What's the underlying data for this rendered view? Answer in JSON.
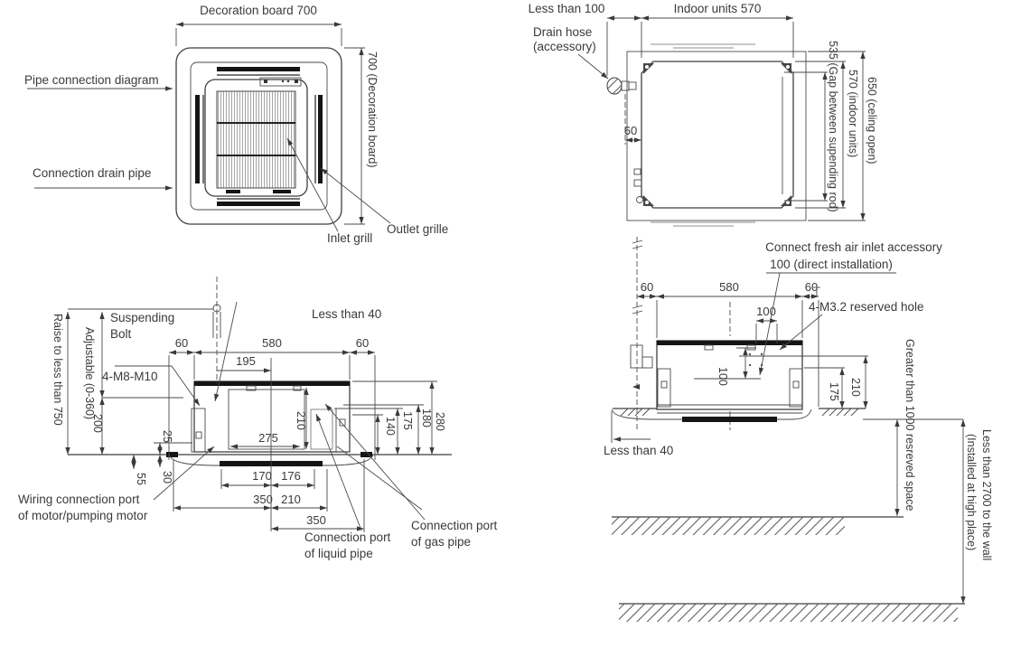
{
  "panel_plan": {
    "dim_top": "Decoration board 700",
    "dim_right": "700 (Decoration board)",
    "label_pipe": "Pipe connection diagram",
    "label_drain": "Connection drain pipe",
    "label_inlet": "Inlet grill",
    "label_outlet": "Outlet grille"
  },
  "unit_plan": {
    "dim_less100": "Less than 100",
    "dim_width": "Indoor units 570",
    "label_hose_1": "Drain hose",
    "label_hose_2": "(accessory)",
    "dim_60": "60",
    "dim_gap": "535 (Gap between supending rod)",
    "dim_units": "570 (indoor units)",
    "dim_open": "650 (celing open)"
  },
  "section_view": {
    "label_bolt_1": "Suspending",
    "label_bolt_2": "Bolt",
    "label_bolt_size": "4-M8-M10",
    "label_less40": "Less than 40",
    "dim_raise": "Raise to less than 750",
    "dim_adjust": "Adjustable (0-360)",
    "dim_200": "200",
    "dim_60l": "60",
    "dim_580": "580",
    "dim_60r": "60",
    "dim_195": "195",
    "dim_25": "25",
    "dim_30": "30",
    "dim_55": "55",
    "dim_210": "210",
    "dim_275": "275",
    "dim_170": "170",
    "dim_176": "176",
    "dim_350a": "350",
    "dim_210b": "210",
    "dim_350b": "350",
    "dim_140": "140",
    "dim_175": "175",
    "dim_180": "180",
    "dim_280": "280",
    "label_wiring_1": "Wiring connection port",
    "label_wiring_2": "of motor/pumping motor",
    "label_liquid_1": "Connection port",
    "label_liquid_2": "of liquid pipe",
    "label_gas_1": "Connection port",
    "label_gas_2": "of gas pipe"
  },
  "install_view": {
    "label_fresh_1": "Connect fresh air inlet accessory",
    "label_fresh_2": "100 (direct installation)",
    "label_hole": "4-M3.2 reserved hole",
    "dim_60l": "60",
    "dim_580": "580",
    "dim_60r": "60",
    "dim_100h": "100",
    "dim_100v": "100",
    "dim_175": "175",
    "dim_210": "210",
    "label_less40": "Less than 40",
    "dim_reserved": "Greater than 1000 resreved space",
    "dim_wall_1": "Less than 2700 to the wall",
    "dim_wall_2": "(Installed at high place)"
  }
}
